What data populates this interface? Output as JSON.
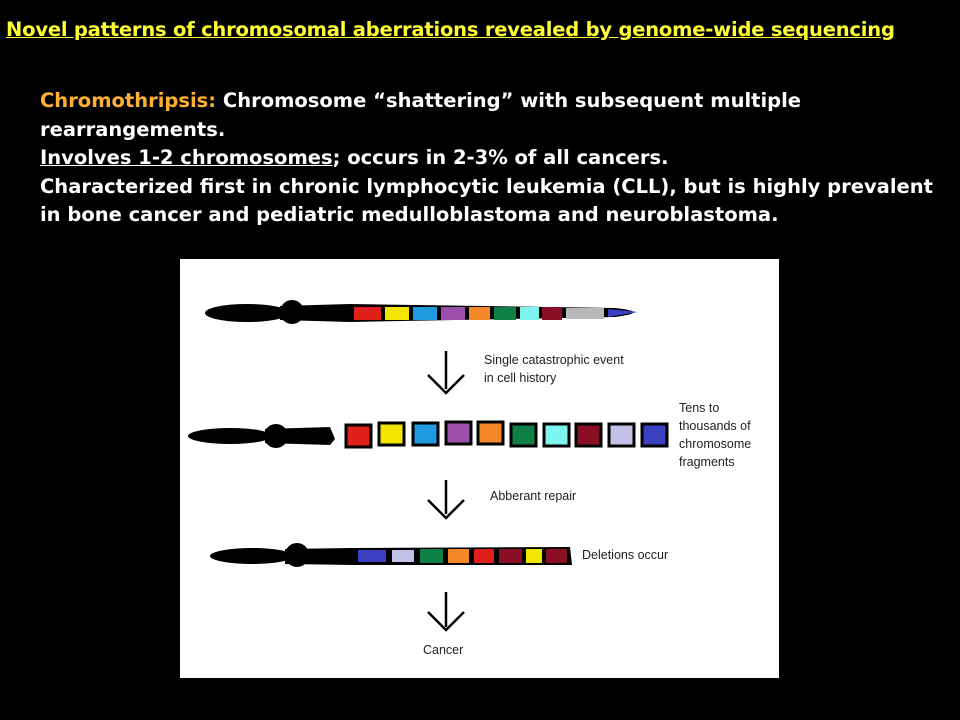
{
  "slide": {
    "title": "Novel patterns of chromosomal aberrations revealed by genome-wide sequencing",
    "chromothripsis_term": "Chromothripsis:",
    "definition": " Chromosome “shattering” with subsequent multiple rearrangements.",
    "involves_underlined": "Involves 1-2 chromosomes",
    "frequency": "; occurs in 2-3% of all cancers.",
    "characterized": "Characterized first in chronic lymphocytic leukemia (CLL), but is highly prevalent in bone cancer and pediatric medulloblastoma and neuroblastoma."
  },
  "diagram": {
    "step1_label": "Single catastrophic event in cell history",
    "fragments_label": "Tens to thousands of chromosome fragments",
    "step2_label": "Abberant repair",
    "deletions_label": "Deletions occur",
    "outcome_label": "Cancer"
  },
  "colors": {
    "title": "#ffff33",
    "term": "#ffb030",
    "red": "#e0201b",
    "yellow": "#f2e600",
    "blue": "#1f9ae0",
    "purple": "#9b4fa8",
    "orange": "#f5892a",
    "green": "#0e7f45",
    "cyan": "#7ff5f0",
    "maroon": "#8a0f24",
    "lavender": "#c3c0e8",
    "grey": "#b8b8b8",
    "navy": "#3a40c0"
  }
}
